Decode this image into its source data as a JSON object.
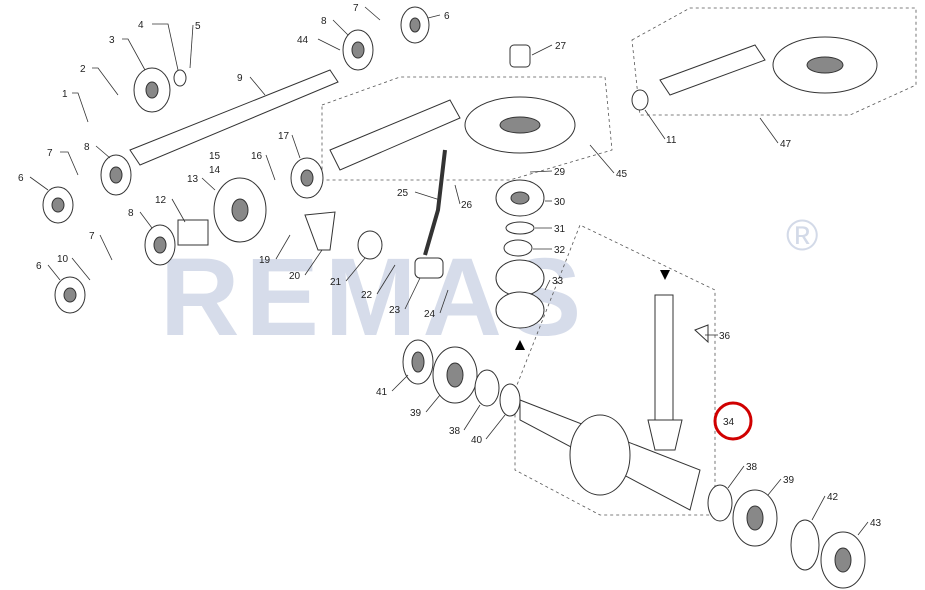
{
  "watermark": {
    "text": "REMAS",
    "registered": "®"
  },
  "highlight_color": "#d00000",
  "labels": [
    "1",
    "2",
    "3",
    "4",
    "5",
    "6",
    "7",
    "8",
    "9",
    "7",
    "8",
    "6",
    "44",
    "15",
    "14",
    "16",
    "17",
    "13",
    "12",
    "8",
    "7",
    "10",
    "6",
    "19",
    "20",
    "21",
    "22",
    "23",
    "24",
    "25",
    "26",
    "27",
    "29",
    "30",
    "31",
    "32",
    "33",
    "45",
    "11",
    "47",
    "36",
    "34",
    "41",
    "39",
    "38",
    "40",
    "38",
    "39",
    "42",
    "43"
  ],
  "highlighted_part": "34"
}
